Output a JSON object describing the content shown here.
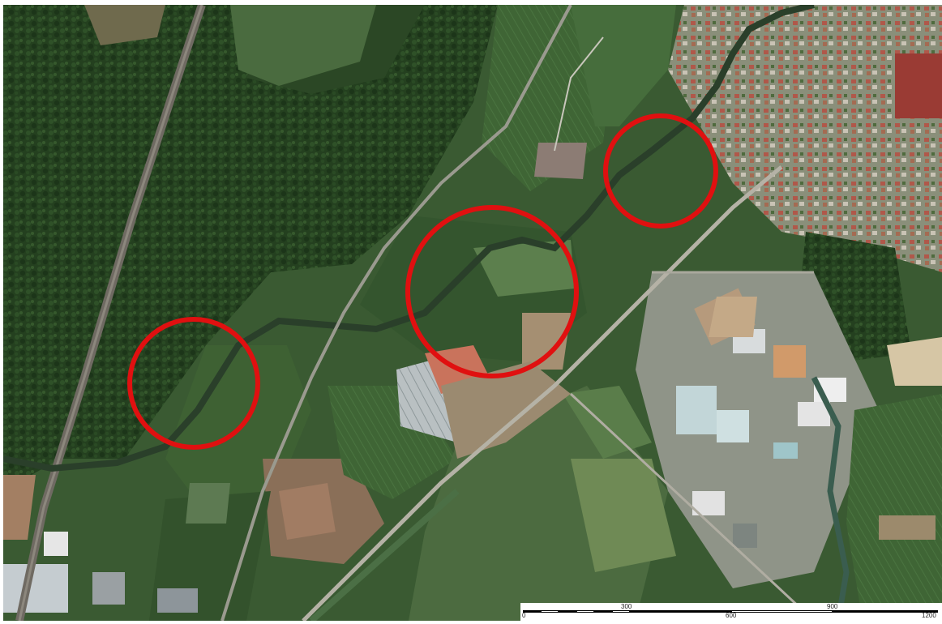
{
  "map": {
    "type": "satellite-imagery",
    "highlight_color": "#e01010",
    "highlights": [
      {
        "id": "highlight-west"
      },
      {
        "id": "highlight-center"
      },
      {
        "id": "highlight-northeast"
      }
    ]
  },
  "scale_bar": {
    "labels_top": [
      "300",
      "900"
    ],
    "labels_bottom": [
      "0",
      "600",
      "1200"
    ],
    "colors": {
      "dark": "#000000",
      "light": "#ffffff"
    }
  }
}
